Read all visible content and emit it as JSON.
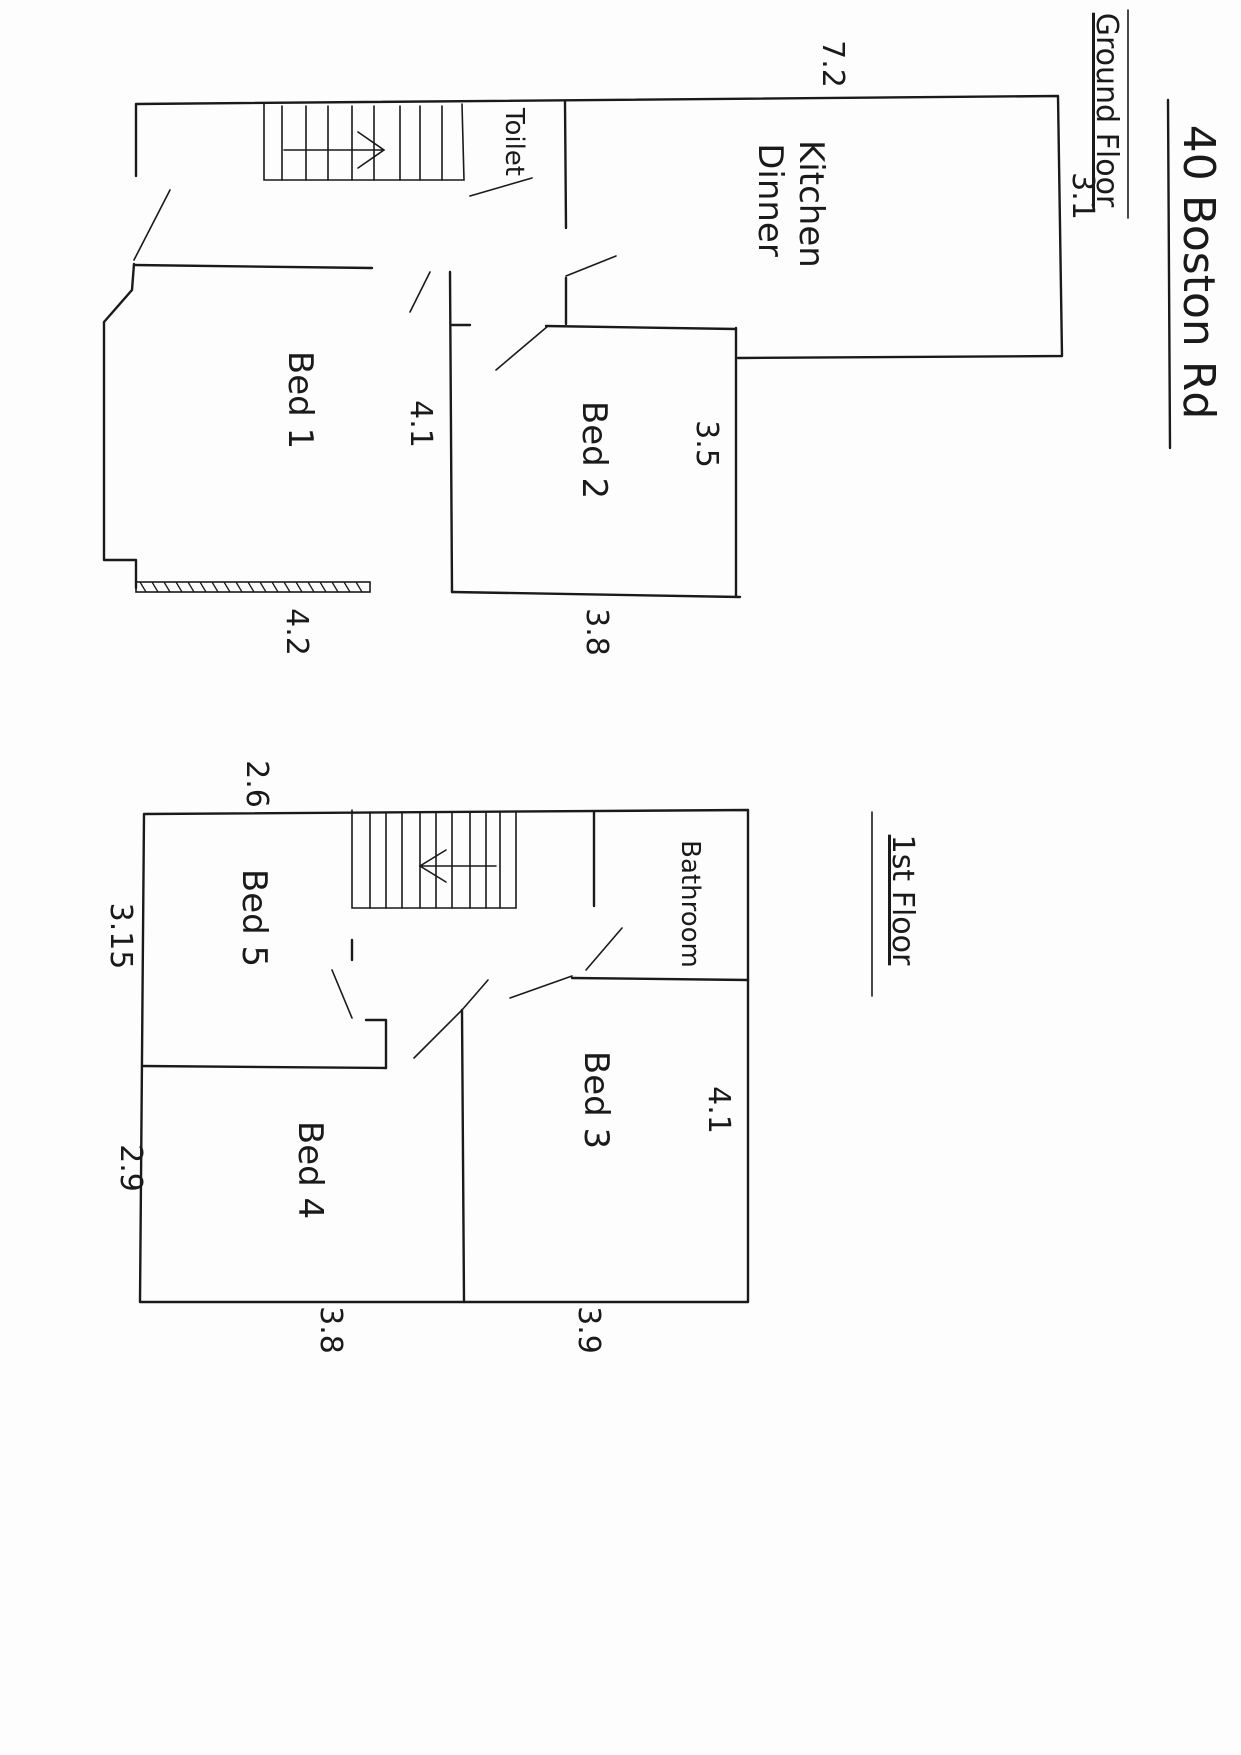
{
  "title": "40 Boston Rd",
  "floors": [
    {
      "name": "Ground Floor",
      "rooms": [
        {
          "name": "Kitchen Dinner"
        },
        {
          "name": "Toilet"
        },
        {
          "name": "Bed 1"
        },
        {
          "name": "Bed 2"
        }
      ],
      "dimensions": [
        "7.2",
        "3.1",
        "4.1",
        "3.5",
        "4.2",
        "3.8"
      ]
    },
    {
      "name": "1st Floor",
      "rooms": [
        {
          "name": "Bathroom"
        },
        {
          "name": "Bed 5"
        },
        {
          "name": "Bed 3"
        },
        {
          "name": "Bed 4"
        }
      ],
      "dimensions": [
        "2.6",
        "3.15",
        "4.1",
        "2.9",
        "3.8",
        "3.9"
      ]
    }
  ]
}
